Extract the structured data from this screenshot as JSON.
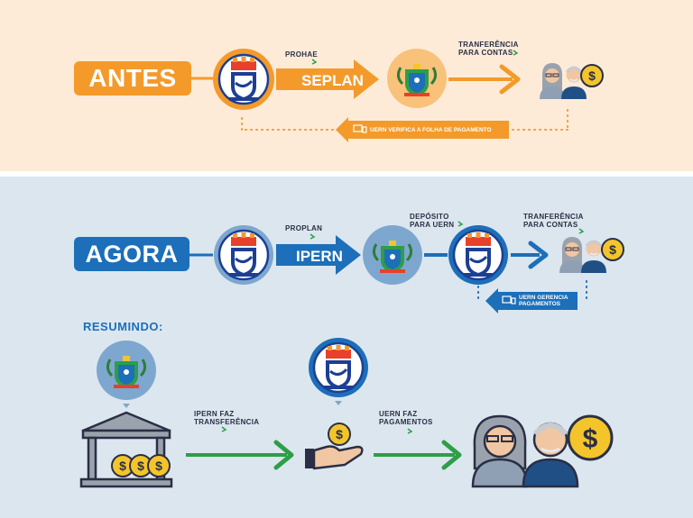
{
  "before": {
    "title": "ANTES",
    "prohae_label": "PROHAE",
    "seplan_label": "SEPLAN",
    "transfer_label": "TRANFERÊNCIA PARA CONTAS",
    "return_label": "UERN VERIFICA A FOLHA DE PAGAMENTO",
    "color": "#f39a2b",
    "bg": "#fdebd8"
  },
  "now": {
    "title": "AGORA",
    "proplan_label": "PROPLAN",
    "ipern_label": "IPERN",
    "deposit_label": "DEPÓSITO PARA UERN",
    "transfer_label": "TRANFERÊNCIA PARA CONTAS",
    "return_label": "UERN GERENCIA PAGAMENTOS",
    "color": "#1c6fb8",
    "bg": "#dce6ef"
  },
  "summary": {
    "title": "RESUMINDO:",
    "step1_label": "IPERN FAZ TRANSFERÊNCIA",
    "step2_label": "UERN FAZ PAGAMENTOS",
    "arrow_color": "#2e9e47"
  },
  "icons": {
    "university_seal": "university-seal-icon",
    "state_coat": "state-coat-of-arms-icon",
    "retirees": "retirees-icon",
    "coin": "dollar-coin-icon",
    "bank": "bank-building-icon",
    "hand_coin": "hand-holding-coin-icon",
    "monitor": "monitor-icon"
  }
}
